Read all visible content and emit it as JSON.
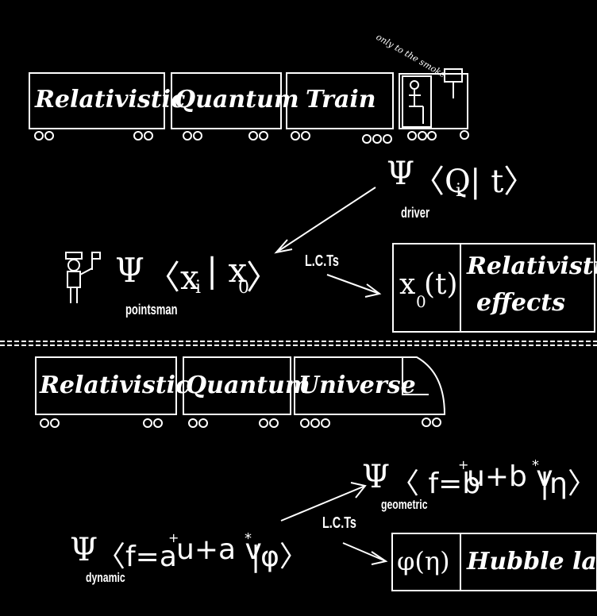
{
  "top_train": {
    "car1": "Relativistic",
    "car2": "Quantum",
    "car3": "Train",
    "smoke": "only to the smoke"
  },
  "top_equations": {
    "driver_psi": "Ψ",
    "driver_bra": "〈Q",
    "driver_sub": "i",
    "driver_ket": "| t〉",
    "driver_label": "driver",
    "pointsman_psi": "Ψ",
    "pointsman_bra": "〈x",
    "pointsman_sub_i": "i",
    "pointsman_mid": "| x",
    "pointsman_sub_0": "0",
    "pointsman_ket": "〉",
    "pointsman_label": "pointsman",
    "lcts": "L.C.Ts",
    "box_left": "x",
    "box_left_sub": "0",
    "box_left_tail": "(t)",
    "box_right_line1": "Relativistic",
    "box_right_line2": "effects"
  },
  "bottom_train": {
    "car1": "Relativistic",
    "car2": "Quantum",
    "car3": "Universe"
  },
  "bottom_equations": {
    "geometric_psi": "Ψ",
    "geometric_expr": "〈 f=b",
    "geometric_sup1": "+",
    "geometric_mid": "u+b v",
    "geometric_sup2": "*",
    "geometric_tail": "|η〉",
    "geometric_label": "geometric",
    "dynamic_psi": "Ψ",
    "dynamic_expr": "〈f=a",
    "dynamic_sup1": "+",
    "dynamic_mid": "u+a v",
    "dynamic_sup2": "*",
    "dynamic_tail": "|φ〉",
    "dynamic_label": "dynamic",
    "lcts": "L.C.Ts",
    "box_left": "φ(η)",
    "box_right": "Hubble law"
  }
}
